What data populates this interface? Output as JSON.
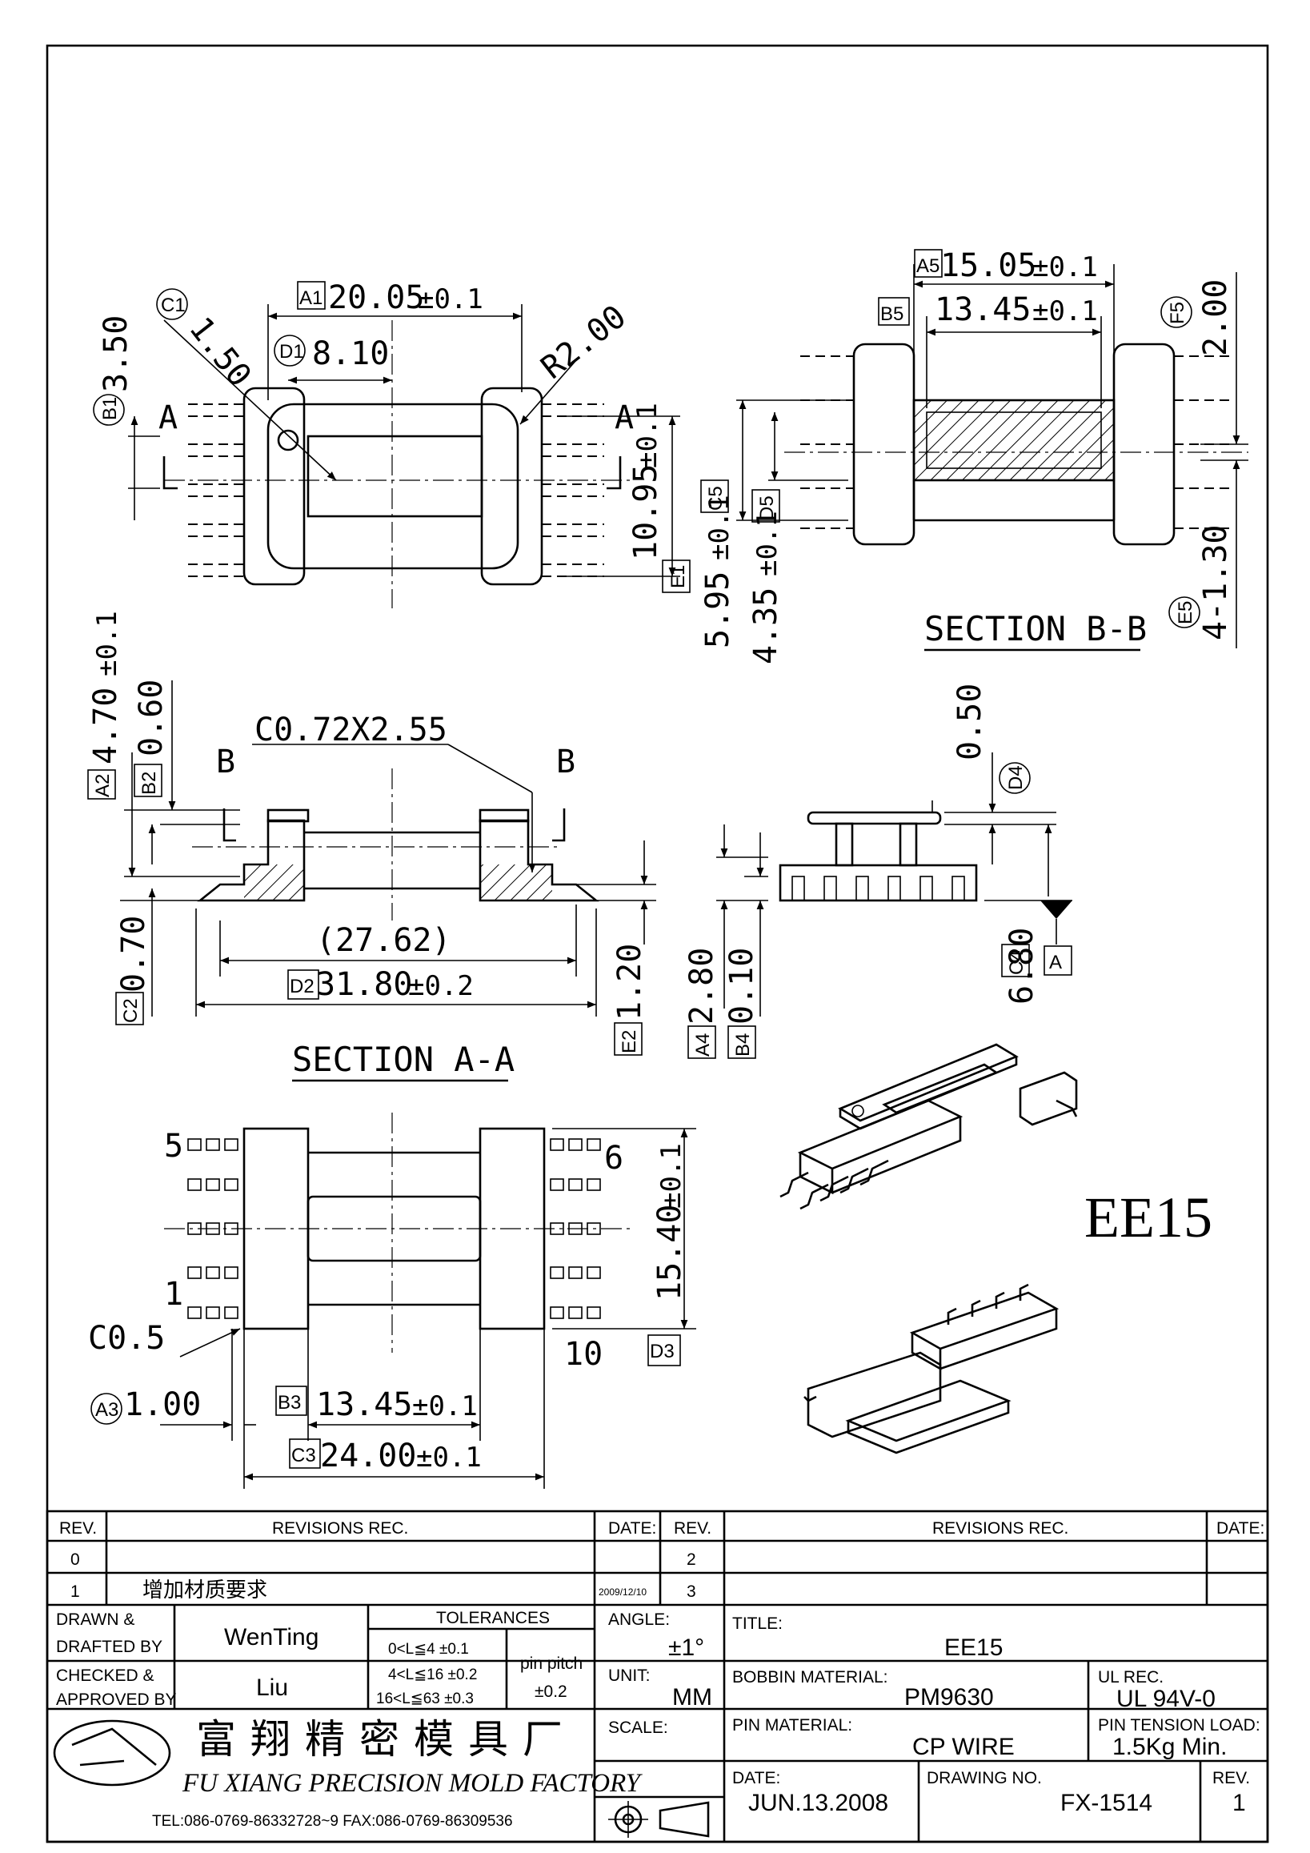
{
  "views": {
    "top": {
      "a1": "20.05",
      "a1_tol": "±0.1",
      "c1": "1.50",
      "d1": "8.10",
      "r": "R2.00",
      "b1": "3.50",
      "e1": "10.95",
      "e1_tol": "±0.1",
      "section_mark": "A",
      "tag_a1": "A1",
      "tag_c1": "C1",
      "tag_d1": "D1",
      "tag_b1": "B1",
      "tag_e1": "E1"
    },
    "section_bb": {
      "a5": "15.05",
      "a5_tol": "±0.1",
      "b5": "13.45",
      "b5_tol": "±0.1",
      "f5": "2.00",
      "c5": "5.95",
      "c5_tol": "±0.1",
      "d5": "4.35",
      "d5_tol": "±0.1",
      "e5": "4-1.30",
      "title": "SECTION B-B",
      "tag_a5": "A5",
      "tag_b5": "B5",
      "tag_c5": "C5",
      "tag_d5": "D5",
      "tag_e5": "E5",
      "tag_f5": "F5"
    },
    "section_aa": {
      "a2": "4.70",
      "a2_tol": "±0.1",
      "b2": "0.60",
      "chamfer": "C0.72X2.55",
      "c2": "0.70",
      "ref": "(27.62)",
      "d2": "31.80",
      "d2_tol": "±0.2",
      "e2": "1.20",
      "title": "SECTION A-A",
      "section_mark": "B",
      "tag_a2": "A2",
      "tag_b2": "B2",
      "tag_c2": "C2",
      "tag_d2": "D2",
      "tag_e2": "E2"
    },
    "side": {
      "d4_val": "0.50",
      "a4": "2.80",
      "b4": "0.10",
      "c4": "6.80",
      "datum": "A",
      "tag_a4": "A4",
      "tag_b4": "B4",
      "tag_c4": "C4",
      "tag_d4": "D4"
    },
    "bottom": {
      "pin5": "5",
      "pin6": "6",
      "pin1": "1",
      "pin10": "10",
      "c05": "C0.5",
      "a3": "1.00",
      "b3": "13.45",
      "b3_tol": "±0.1",
      "c3": "24.00",
      "c3_tol": "±0.1",
      "d3": "15.40",
      "d3_tol": "±0.1",
      "tag_a3": "A3",
      "tag_b3": "B3",
      "tag_c3": "C3",
      "tag_d3": "D3"
    },
    "part_name": "EE15"
  },
  "title_block": {
    "rev_header": "REV.",
    "revisions_header": "REVISIONS   REC.",
    "date_header": "DATE:",
    "rows_left": [
      {
        "rev": "0",
        "desc": "",
        "date": ""
      },
      {
        "rev": "1",
        "desc": "增加材质要求",
        "date": "2009/12/10"
      }
    ],
    "rows_right": [
      {
        "rev": "2"
      },
      {
        "rev": "3"
      }
    ],
    "drawn_label_1": "DRAWN  &",
    "drawn_label_2": "DRAFTED BY",
    "drawn_value": "WenTing",
    "checked_label_1": "CHECKED  &",
    "checked_label_2": "APPROVED BY",
    "checked_value": "Liu",
    "tolerances_label": "TOLERANCES",
    "tol_1": "0<L≦4    ±0.1",
    "tol_2": "4<L≦16  ±0.2",
    "tol_3": "16<L≦63  ±0.3",
    "pin_pitch_label": "pin pitch",
    "pin_pitch_value": "±0.2",
    "angle_label": "ANGLE:",
    "angle_value": "±1°",
    "unit_label": "UNIT:",
    "unit_value": "MM",
    "scale_label": "SCALE:",
    "title_label": "TITLE:",
    "title_value": "EE15",
    "bobbin_label": "BOBBIN  MATERIAL:",
    "bobbin_value": "PM9630",
    "ul_label": "UL  REC.",
    "ul_value": "UL  94V-0",
    "pin_mat_label": "PIN  MATERIAL:",
    "pin_mat_value": "CP  WIRE",
    "pin_tension_label": "PIN  TENSION  LOAD:",
    "pin_tension_value": "1.5Kg  Min.",
    "date_label": "DATE:",
    "date_value": "JUN.13.2008",
    "drawing_no_label": "DRAWING  NO.",
    "drawing_no_value": "FX-1514",
    "rev_label": "REV.",
    "rev_value": "1",
    "company_cn": "富翔精密模具厂",
    "company_en": "FU XIANG PRECISION MOLD FACTORY",
    "contact": "TEL:086-0769-86332728~9   FAX:086-0769-86309536"
  }
}
